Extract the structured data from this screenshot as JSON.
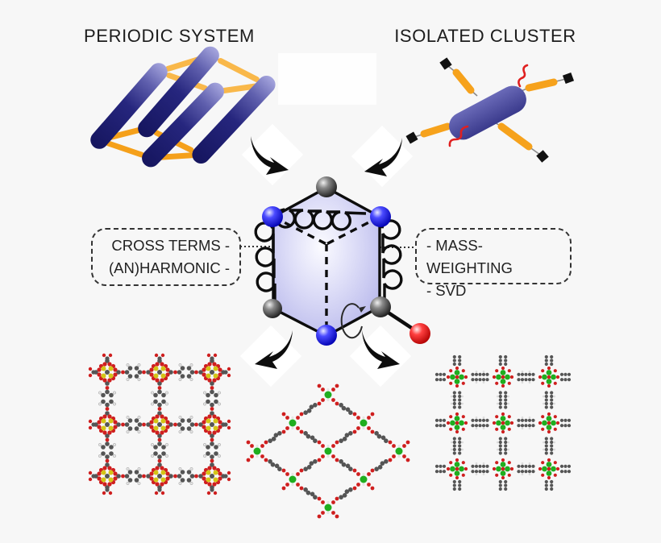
{
  "figure": {
    "background": "#f7f7f7",
    "titles": {
      "periodic": "PERIODIC SYSTEM",
      "isolated": "ISOLATED CLUSTER"
    },
    "callouts": {
      "left": {
        "line1": "CROSS TERMS -",
        "line2": "(AN)HARMONIC -"
      },
      "right": {
        "line1": "- MASS-WEIGHTING",
        "line2": "- SVD"
      }
    },
    "colors": {
      "rod_blue_dark": "#15155e",
      "rod_blue_light": "#a6a6de",
      "linker_orange": "#f5a01a",
      "cluster_capsule": "#4a4a9c",
      "squiggle_red": "#e02020",
      "cube_fill": "#c6c6f0",
      "atom_blue": "#2222dd",
      "atom_gray": "#4a4a4a",
      "atom_red": "#d40000",
      "mof_red": "#cf1f1f",
      "mof_yellow": "#d4c416",
      "mof_green": "#1fae1f",
      "mof_gray": "#555555",
      "arrow_black": "#0d0d0d"
    }
  }
}
